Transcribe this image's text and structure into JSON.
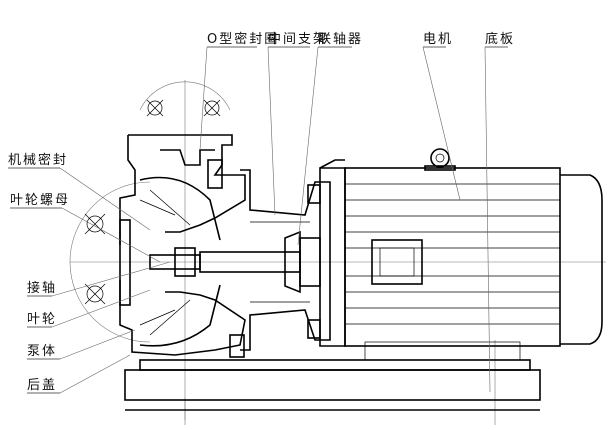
{
  "title": "pump assembly sectional drawing",
  "top_labels": {
    "o_ring": "O型密封圈",
    "middle_bracket": "中间支架",
    "coupling": "联轴器",
    "motor": "电机",
    "base_plate": "底板"
  },
  "left_labels": {
    "mechanical_seal": "机械密封",
    "impeller_nut": "叶轮螺母",
    "shaft_extension": "接轴",
    "impeller": "叶轮",
    "pump_body": "泵体",
    "rear_cover": "后盖"
  }
}
